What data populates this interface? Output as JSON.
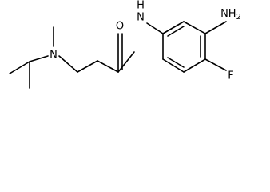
{
  "molecule": {
    "atoms": {
      "O": "O",
      "NH": "N",
      "NH_H": "H",
      "N_amine": "N",
      "NH2_N": "NH",
      "NH2_sub": "2",
      "F": "F"
    }
  }
}
